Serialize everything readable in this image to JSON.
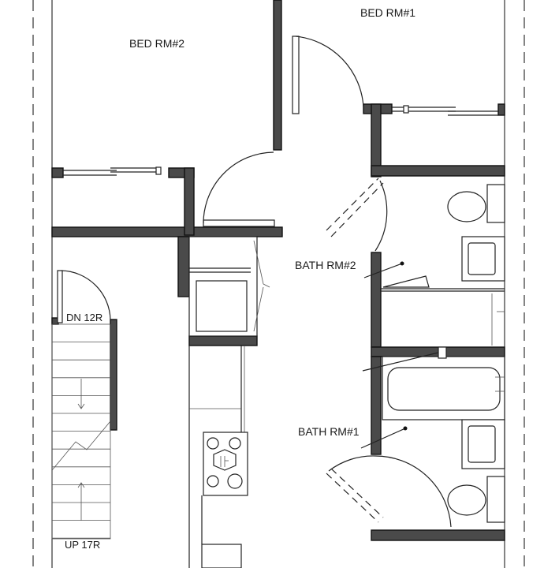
{
  "rooms": {
    "bed_rm_2": "BED RM#2",
    "bed_rm_1": "BED RM#1",
    "bath_rm_2": "BATH RM#2",
    "bath_rm_1": "BATH RM#1"
  },
  "stairs": {
    "down": "DN 12R",
    "up": "UP 17R"
  },
  "colors": {
    "wall_fill": "#4a4a4a",
    "line": "#222222",
    "background": "#ffffff"
  }
}
